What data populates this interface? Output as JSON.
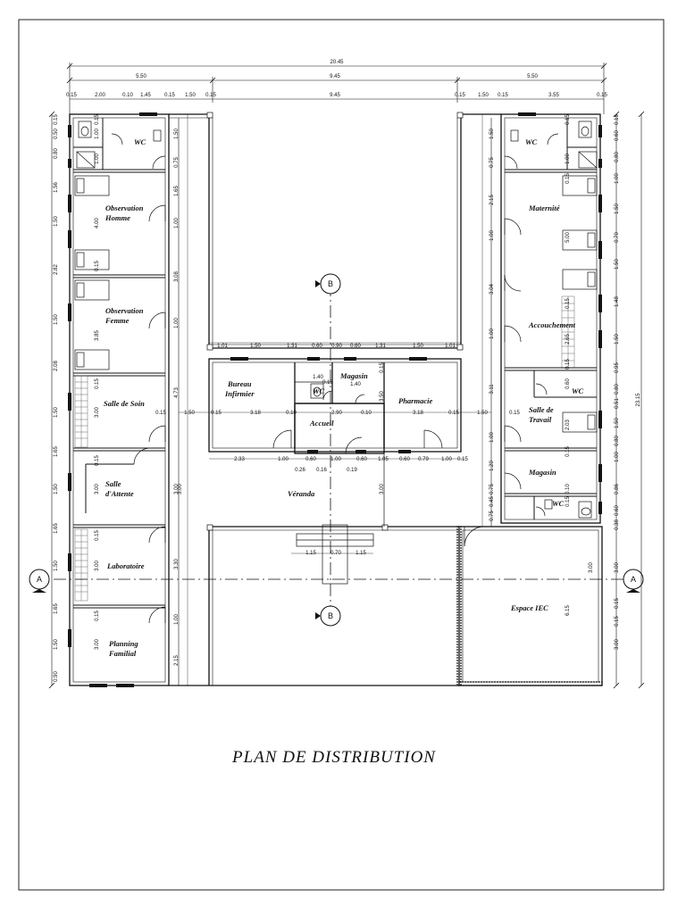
{
  "title": "PLAN DE DISTRIBUTION",
  "rooms": {
    "wc_left": "WC",
    "obs_homme_1": "Observation",
    "obs_homme_2": "Homme",
    "obs_femme_1": "Observation",
    "obs_femme_2": "Femme",
    "salle_soin": "Salle de Soin",
    "salle_attente_1": "Salle",
    "salle_attente_2": "d'Attente",
    "laboratoire": "Laboratoire",
    "planning_1": "Planning",
    "planning_2": "Familial",
    "bureau_1": "Bureau",
    "bureau_2": "Infirmier",
    "wc_center": "WC",
    "magasin_center": "Magasin",
    "pharmacie": "Pharmacie",
    "accueil": "Accueil",
    "veranda": "Véranda",
    "wc_right": "WC",
    "maternite": "Maternité",
    "accouchement": "Accouchement",
    "wc_right2": "WC",
    "salle_travail_1": "Salle de",
    "salle_travail_2": "Travail",
    "magasin_right": "Magasin",
    "wc_right3": "WC",
    "espace_iec": "Espace IEC"
  },
  "sections": {
    "a_left": "A",
    "a_right": "A",
    "b_top": "B",
    "b_bottom": "B"
  },
  "dims_top": {
    "total": "20.45",
    "left": "5.50",
    "mid": "9.45",
    "right": "5.50",
    "r3": [
      "0.15",
      "2.00",
      "0.10",
      "1.45",
      "0.15",
      "1.50",
      "0.15",
      "9.45",
      "0.15",
      "1.50",
      "0.15",
      "3.55",
      "0.15"
    ]
  },
  "dims_left": [
    "0.15",
    "0.50",
    "0.80",
    "1.56",
    "1.50",
    "2.82",
    "1.50",
    "2.08",
    "1.50",
    "1.65",
    "1.50",
    "1.65",
    "1.50",
    "1.65",
    "1.50",
    "0.90"
  ],
  "dims_left_inner": [
    "0.15",
    "1.00",
    "1.00",
    "4.00",
    "0.15",
    "3.85",
    "0.15",
    "3.00",
    "0.15",
    "3.00",
    "0.15",
    "3.00",
    "0.15",
    "3.00"
  ],
  "dims_left_corr": [
    "1.50",
    "0.75",
    "1.65",
    "1.00",
    "3.08",
    "1.00",
    "4.73",
    "3.00",
    "3.30",
    "1.00",
    "2.15"
  ],
  "dims_right": [
    "0.15",
    "0.60",
    "0.80",
    "1.00",
    "1.50",
    "0.70",
    "1.50",
    "1.48",
    "1.50",
    "0.95",
    "0.80",
    "0.51",
    "1.50",
    "0.80",
    "1.00",
    "0.86",
    "0.60",
    "0.38",
    "3.00",
    "0.15",
    "0.15",
    "3.00"
  ],
  "dims_right_total": "23.15",
  "dims_right_inner": [
    "0.15",
    "1.00",
    "0.15",
    "5.00",
    "0.15",
    "2.65",
    "0.15",
    "0.60",
    "2.03",
    "0.15",
    "0.10",
    "0.15",
    "3.00",
    "6.15"
  ],
  "dims_right_corr": [
    "1.50",
    "0.75",
    "2.15",
    "1.00",
    "3.04",
    "1.00",
    "3.11",
    "1.00",
    "1.20",
    "0.75",
    "0.45",
    "0.75"
  ],
  "dims_center_top": [
    "1.01",
    "1.50",
    "1.31",
    "0.60",
    "0.90",
    "0.60",
    "1.31",
    "1.50",
    "1.01"
  ],
  "dims_center_mid": [
    "0.15",
    "1.50",
    "0.15",
    "3.18",
    "0.10",
    "2.90",
    "0.10",
    "3.18",
    "0.15",
    "1.50",
    "0.15"
  ],
  "dims_center_rooms": [
    "1.40",
    "0.15",
    "1.40",
    "0.15",
    "3.50"
  ],
  "dims_center_bottom": [
    "2.33",
    "1.00",
    "0.60",
    "1.00",
    "0.60",
    "1.05",
    "0.60",
    "0.79",
    "1.00",
    "0.15"
  ],
  "dims_center_bottom2": [
    "0.26",
    "0.16",
    "0.19"
  ],
  "dims_veranda": [
    "3.00",
    "3.00"
  ],
  "dims_steps": [
    "1.15",
    "0.70",
    "1.15"
  ]
}
